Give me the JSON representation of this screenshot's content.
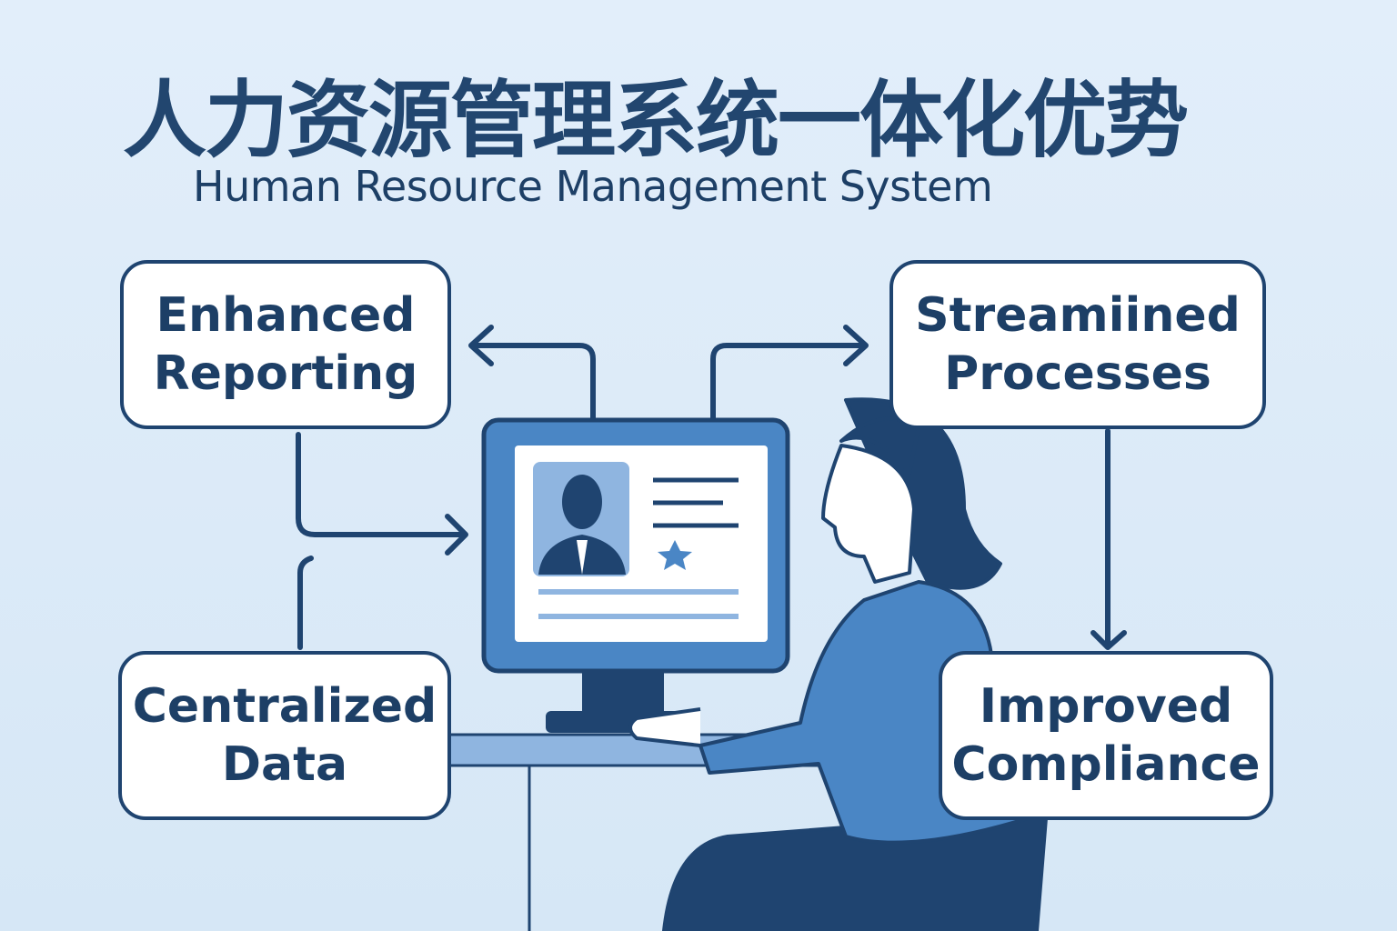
{
  "title_cn": "人力资源管理系统一体化优势",
  "subtitle_en": "Human Resource Management System",
  "boxes": {
    "top_left": {
      "line1": "Enhanced",
      "line2": "Reporting"
    },
    "top_right": {
      "line1": "Streamiined",
      "line2": "Processes"
    },
    "bottom_left": {
      "line1": "Centralized",
      "line2": "Data"
    },
    "bottom_right": {
      "line1": "Improved",
      "line2": "Compliance"
    }
  },
  "colors": {
    "navy": "#1f4470",
    "mid_blue": "#4a86c5",
    "light_blue": "#8fb5e0",
    "background": "#dcebf7"
  }
}
